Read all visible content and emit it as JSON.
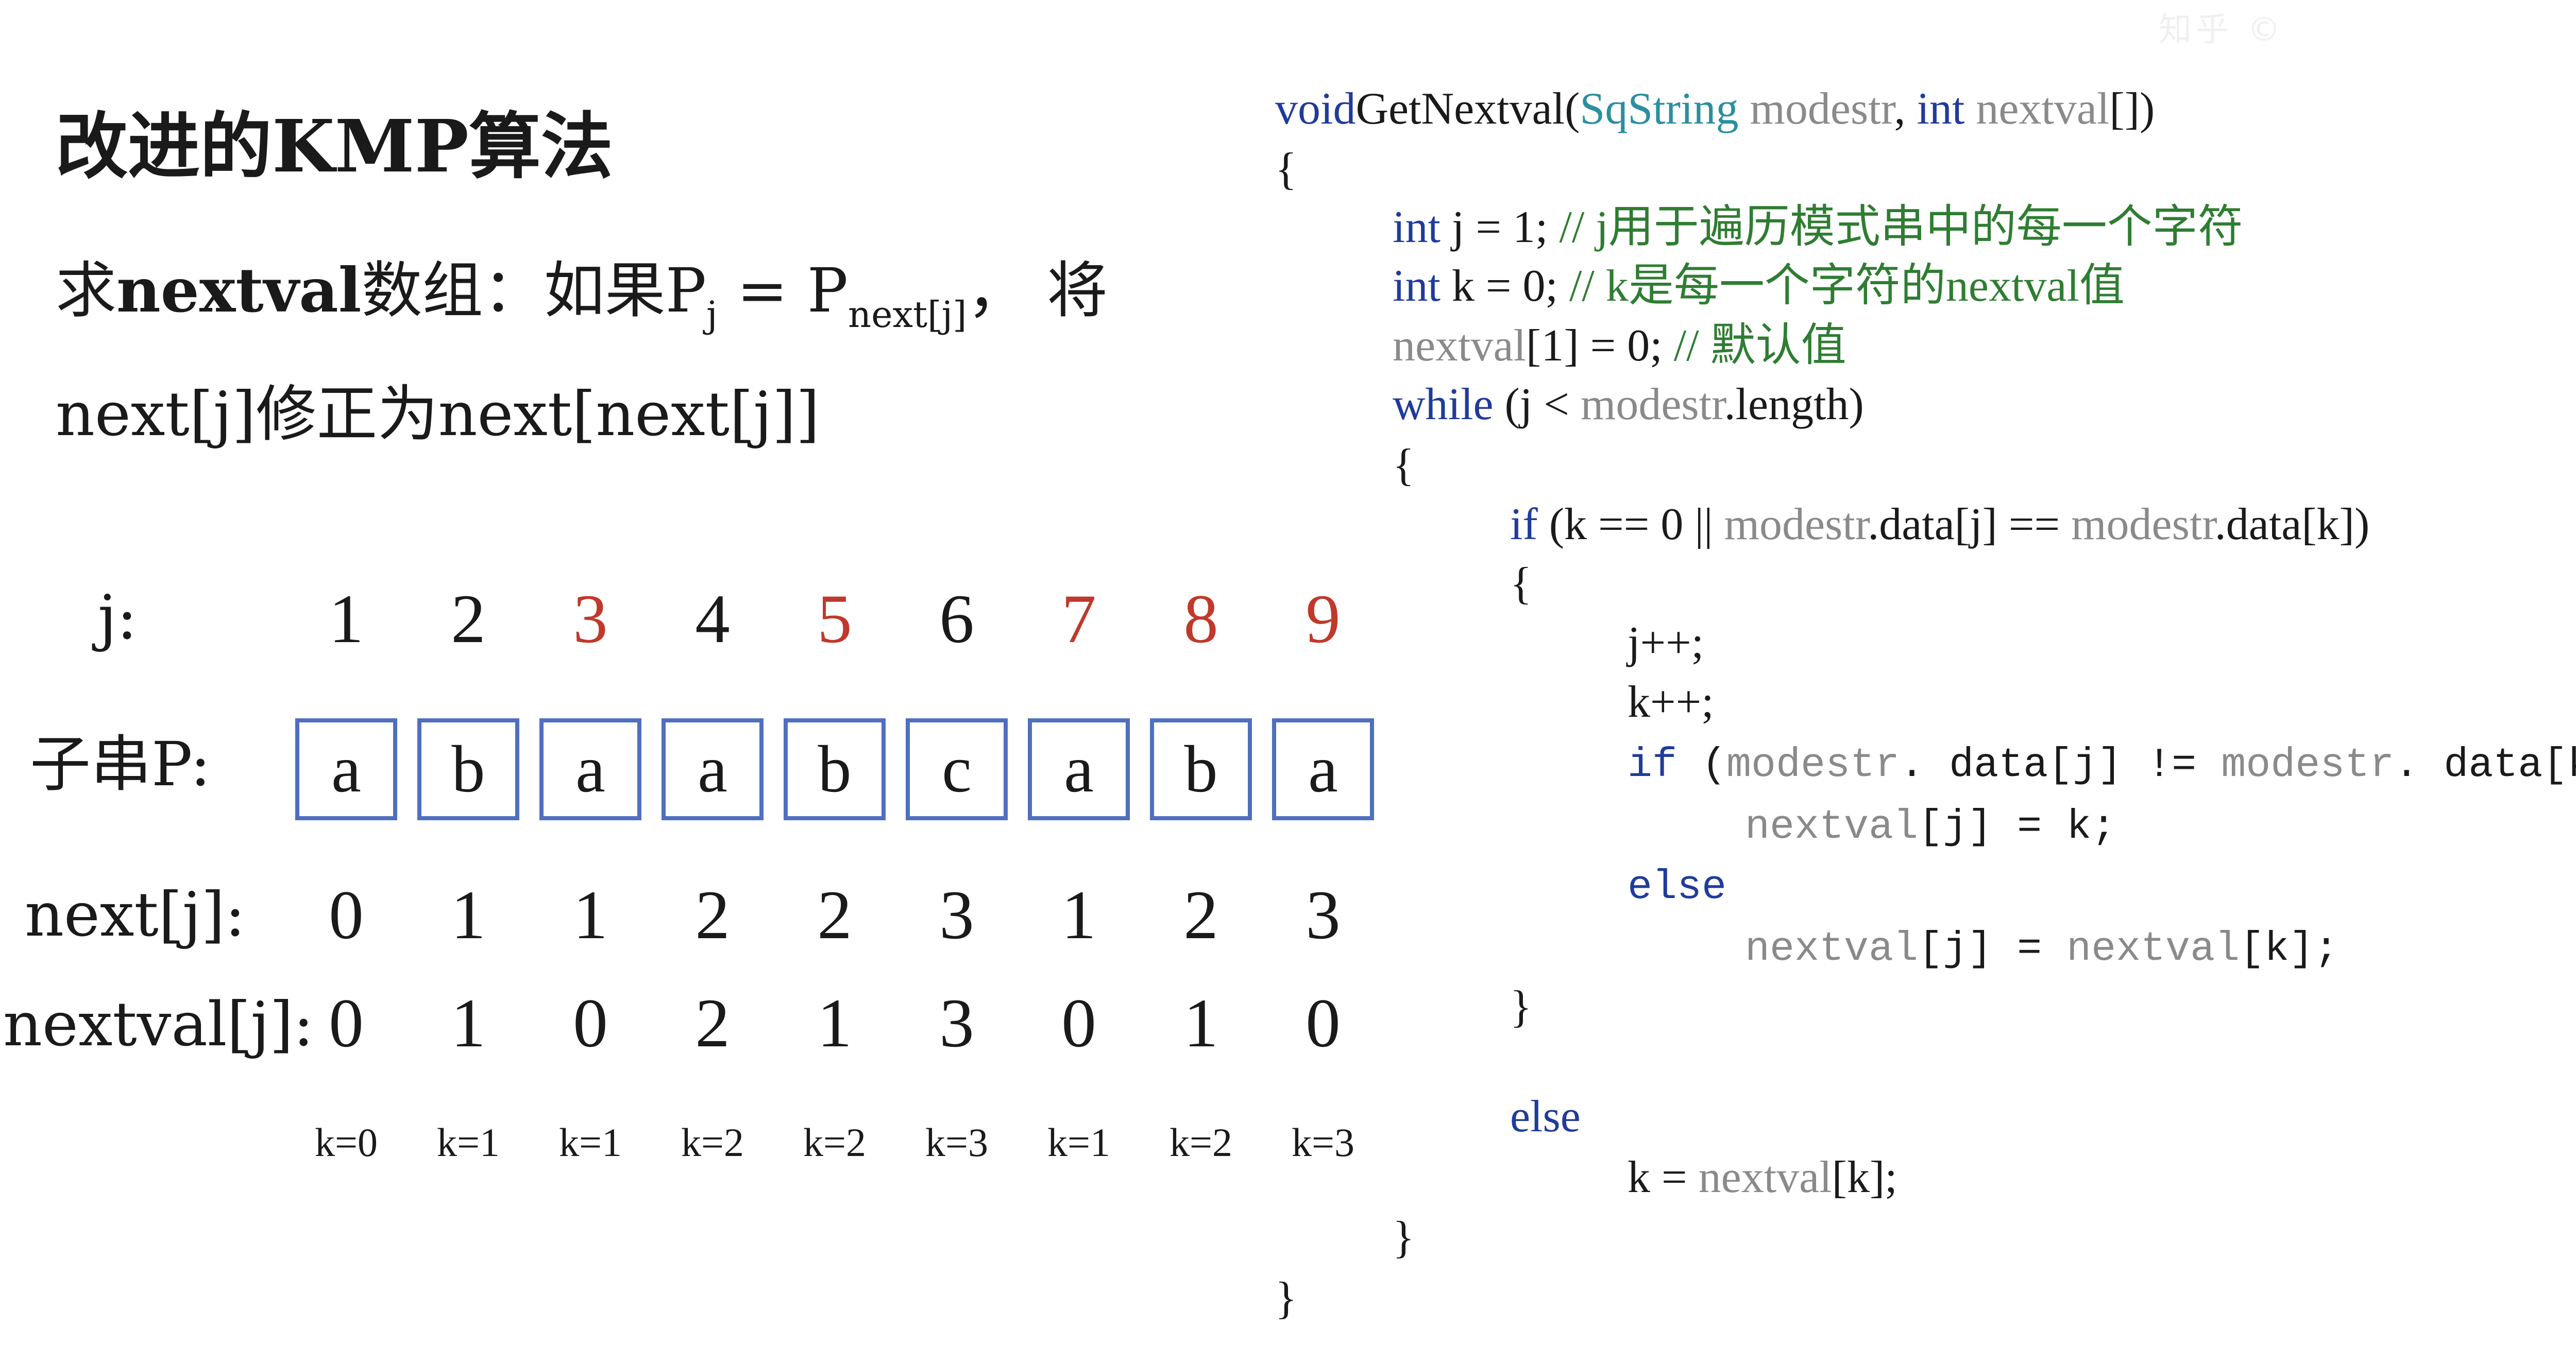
{
  "watermark": "知乎 ©",
  "left": {
    "title": "改进的KMP算法",
    "desc_1_prefix": "求",
    "desc_1_bold": "nextval",
    "desc_1_mid": "数组：如果P",
    "desc_1_sub_j": "j",
    "desc_1_eq": " = P",
    "desc_1_sub_next": "next[j]",
    "desc_1_suffix": "，  将",
    "desc_2": "next[j]修正为next[next[j]]"
  },
  "table": {
    "j_label": "j:",
    "p_label": "子串P:",
    "next_label": "next[j]:",
    "nextval_label": "nextval[j]:",
    "columns": [
      {
        "j": "1",
        "j_red": false,
        "p": "a",
        "next": "0",
        "nextval": "0",
        "k": "k=0"
      },
      {
        "j": "2",
        "j_red": false,
        "p": "b",
        "next": "1",
        "nextval": "1",
        "k": "k=1"
      },
      {
        "j": "3",
        "j_red": true,
        "p": "a",
        "next": "1",
        "nextval": "0",
        "k": "k=1"
      },
      {
        "j": "4",
        "j_red": false,
        "p": "a",
        "next": "2",
        "nextval": "2",
        "k": "k=2"
      },
      {
        "j": "5",
        "j_red": true,
        "p": "b",
        "next": "2",
        "nextval": "1",
        "k": "k=2"
      },
      {
        "j": "6",
        "j_red": false,
        "p": "c",
        "next": "3",
        "nextval": "3",
        "k": "k=3"
      },
      {
        "j": "7",
        "j_red": true,
        "p": "a",
        "next": "1",
        "nextval": "0",
        "k": "k=1"
      },
      {
        "j": "8",
        "j_red": true,
        "p": "b",
        "next": "2",
        "nextval": "1",
        "k": "k=2"
      },
      {
        "j": "9",
        "j_red": true,
        "p": "a",
        "next": "3",
        "nextval": "0",
        "k": "k=3"
      }
    ]
  },
  "code": {
    "lines": [
      {
        "y": 0,
        "indent": 0,
        "segs": [
          [
            "kw",
            "void"
          ],
          [
            "",
            "GetNextval("
          ],
          [
            "ty",
            "SqString"
          ],
          [
            "gr",
            " modestr"
          ],
          [
            "",
            ", "
          ],
          [
            "kw",
            "int"
          ],
          [
            "gr",
            " nextval"
          ],
          [
            "",
            "[])"
          ]
        ]
      },
      {
        "y": 1,
        "indent": 0,
        "segs": [
          [
            "",
            "{"
          ]
        ]
      },
      {
        "y": 2,
        "indent": 1,
        "segs": [
          [
            "kw",
            "int"
          ],
          [
            "",
            " j = 1;    "
          ],
          [
            "cm",
            "// j用于遍历模式串中的每一个字符"
          ]
        ]
      },
      {
        "y": 3,
        "indent": 1,
        "segs": [
          [
            "kw",
            "int"
          ],
          [
            "",
            " k = 0;    "
          ],
          [
            "cm",
            "// k是每一个字符的nextval值"
          ]
        ]
      },
      {
        "y": 4,
        "indent": 1,
        "segs": [
          [
            "gr",
            "nextval"
          ],
          [
            "",
            "[1] = 0; "
          ],
          [
            "cm",
            "// 默认值"
          ]
        ]
      },
      {
        "y": 5,
        "indent": 1,
        "segs": [
          [
            "kw",
            "while"
          ],
          [
            "",
            " (j < "
          ],
          [
            "gr",
            "modestr"
          ],
          [
            "",
            ".length)"
          ]
        ]
      },
      {
        "y": 6,
        "indent": 1,
        "segs": [
          [
            "",
            "{"
          ]
        ]
      },
      {
        "y": 7,
        "indent": 2,
        "segs": [
          [
            "kw",
            "if"
          ],
          [
            "",
            " (k == 0 || "
          ],
          [
            "gr",
            "modestr"
          ],
          [
            "",
            ".data[j] == "
          ],
          [
            "gr",
            "modestr"
          ],
          [
            "",
            ".data[k])"
          ]
        ]
      },
      {
        "y": 8,
        "indent": 2,
        "segs": [
          [
            "",
            "{"
          ]
        ]
      },
      {
        "y": 9,
        "indent": 3,
        "segs": [
          [
            "",
            "j++;"
          ]
        ]
      },
      {
        "y": 10,
        "indent": 3,
        "segs": [
          [
            "",
            "k++;"
          ]
        ]
      },
      {
        "y": 11,
        "indent": 3,
        "segs": [
          [
            "kw mono",
            "if"
          ],
          [
            "mono",
            " ("
          ],
          [
            "gr mono",
            "modestr"
          ],
          [
            "mono",
            ". data[j] != "
          ],
          [
            "gr mono",
            "modestr"
          ],
          [
            "mono",
            ". data[k])"
          ]
        ]
      },
      {
        "y": 12,
        "indent": 4,
        "segs": [
          [
            "gr mono",
            "nextval"
          ],
          [
            "mono",
            "[j] = k;"
          ]
        ]
      },
      {
        "y": 13,
        "indent": 3,
        "segs": [
          [
            "kw mono",
            "else"
          ]
        ]
      },
      {
        "y": 14,
        "indent": 4,
        "segs": [
          [
            "gr mono",
            "nextval"
          ],
          [
            "mono",
            "[j] = "
          ],
          [
            "gr mono",
            "nextval"
          ],
          [
            "mono",
            "[k];"
          ]
        ]
      },
      {
        "y": 15,
        "indent": 2,
        "segs": [
          [
            "",
            "}"
          ]
        ]
      },
      {
        "y": 16,
        "indent": 2,
        "segs": [
          [
            "kw",
            "else"
          ]
        ]
      },
      {
        "y": 17,
        "indent": 3,
        "segs": [
          [
            "",
            "k = "
          ],
          [
            "gr",
            "nextval"
          ],
          [
            "",
            "[k];"
          ]
        ]
      },
      {
        "y": 18,
        "indent": 1,
        "segs": [
          [
            "",
            "}"
          ]
        ]
      },
      {
        "y": 19,
        "indent": 0,
        "segs": [
          [
            "",
            "}"
          ]
        ]
      }
    ]
  }
}
